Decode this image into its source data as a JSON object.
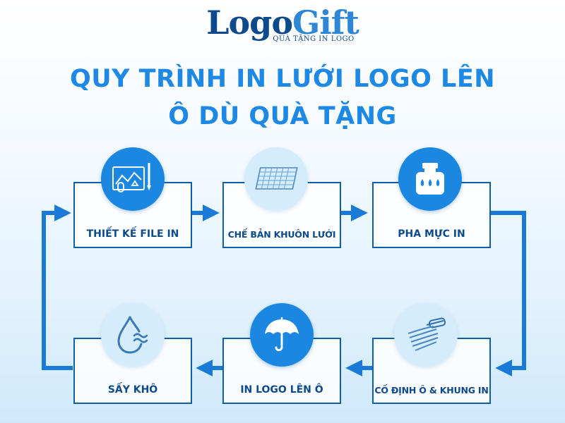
{
  "brand": {
    "name_part1": "Logo",
    "name_part2": "Gift",
    "tagline": "QUÀ TẶNG IN LOGO"
  },
  "title": {
    "line1": "QUY TRÌNH IN LƯỚI LOGO LÊN",
    "line2": "Ô DÙ QUÀ TẶNG"
  },
  "steps": [
    {
      "label": "THIẾT KẾ FILE IN",
      "icon": "design-sketch-icon"
    },
    {
      "label": "CHẾ BẢN KHUÔN LƯỚI",
      "icon": "mesh-screen-icon"
    },
    {
      "label": "PHA MỰC IN",
      "icon": "ink-bottle-icon"
    },
    {
      "label": "CỐ ĐỊNH Ô & KHUNG IN",
      "icon": "squeegee-icon"
    },
    {
      "label": "IN LOGO LÊN Ô",
      "icon": "umbrella-icon"
    },
    {
      "label": "SẤY KHÔ",
      "icon": "water-drop-icon"
    }
  ],
  "colors": {
    "accent": "#1e88e5",
    "dark_blue": "#0d5fa8",
    "light_circle": "#d4ecfc",
    "arrow": "#1a7ad8"
  }
}
